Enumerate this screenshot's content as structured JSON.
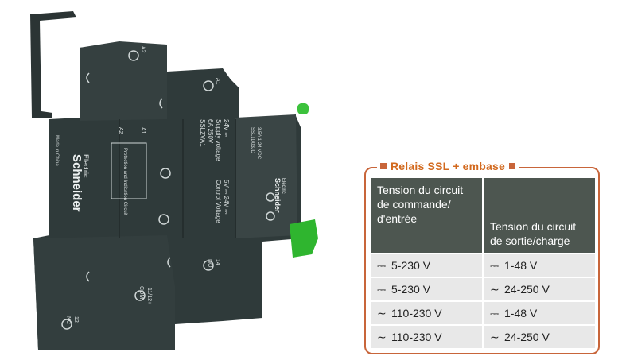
{
  "product": {
    "brand": "Schneider",
    "brand_sub": "Electric",
    "model": "SSLZVA1",
    "rating": "6A 250V",
    "supply_voltage_label": "Supply voltage",
    "supply_voltage_value": "24V ⎓",
    "control_voltage_label": "Control Voltage",
    "control_voltage_value": "5V ⎓ 24V ⎓",
    "made_in": "Made in China",
    "circuit_label": "Protection and Indication Circuit",
    "terminal_a1": "A1",
    "terminal_a2": "A2",
    "terminal_14": "14",
    "terminal_11": "11/12+",
    "terminal_12": "12",
    "terminal_no": "NO",
    "terminal_nc": "NC",
    "terminal_com": "COM",
    "relay_model": "SSL1D03JD",
    "relay_rating": "3.5A 1-24 VDC",
    "accent_color": "#c8653a",
    "body_color": "#2f3a3a",
    "led_color": "#3cc23c"
  },
  "table": {
    "title": "Relais SSL + embase",
    "headers": [
      "Tension du circuit de commande/ d'entrée",
      "Tension du circuit de sortie/charge"
    ],
    "rows": [
      [
        {
          "sym": "dc-icon",
          "text": "5-230 V"
        },
        {
          "sym": "dc-icon",
          "text": "1-48 V"
        }
      ],
      [
        {
          "sym": "dc-icon",
          "text": "5-230 V"
        },
        {
          "sym": "ac-icon",
          "text": "24-250 V"
        }
      ],
      [
        {
          "sym": "ac-icon",
          "text": "110-230 V"
        },
        {
          "sym": "dc-icon",
          "text": "1-48 V"
        }
      ],
      [
        {
          "sym": "ac-icon",
          "text": "110-230 V"
        },
        {
          "sym": "ac-icon",
          "text": "24-250 V"
        }
      ]
    ]
  }
}
